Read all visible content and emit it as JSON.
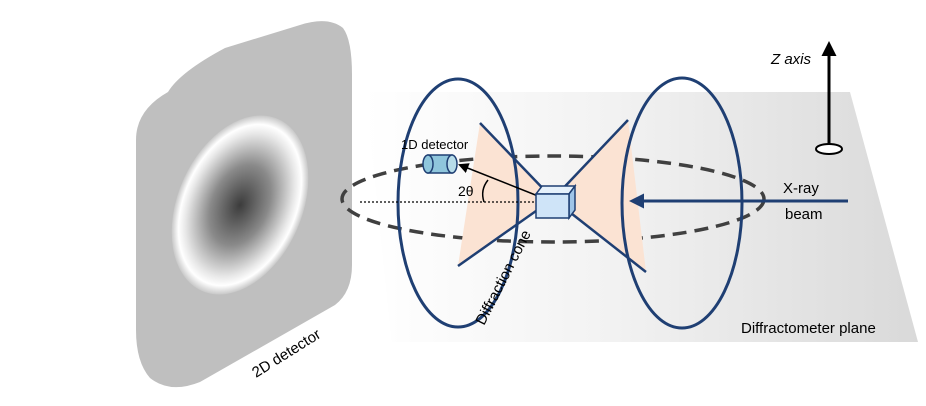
{
  "labels": {
    "detector_2d": "2D detector",
    "detector_1d": "1D detector",
    "two_theta": "2θ",
    "diffraction_cone": "Diffraction cone",
    "z_axis": "Z axis",
    "xray": "X-ray",
    "beam": "beam",
    "plane": "Diffractometer plane"
  },
  "colors": {
    "outline": "#1f3f73",
    "cone_fill": "#fbe3d3",
    "detector_panel": "#bfbfbf",
    "crystal": "#cfe4f8",
    "detector_1d": "#8fc6dc",
    "dashed_circle": "#404040"
  }
}
